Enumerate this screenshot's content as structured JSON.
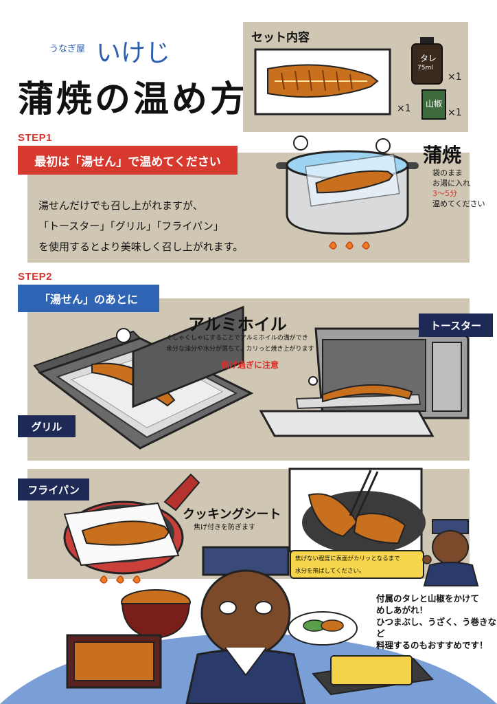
{
  "brand": {
    "small": "うなぎ屋",
    "name": "いけじ"
  },
  "title": "蒲焼の温め方",
  "set": {
    "heading": "セット内容",
    "eel_count": "×1",
    "sauce_label": "タレ",
    "sauce_volume": "75ml",
    "sauce_count": "×1",
    "sansho_label": "山椒",
    "sansho_count": "×1"
  },
  "step1": {
    "label": "STEP1",
    "banner": "最初は「湯せん」で温めてください",
    "text_line1": "湯せんだけでも召し上がれますが、",
    "text_line2": "「トースター」「グリル」「フライパン」",
    "text_line3": "を使用するとより美味しく召し上がれます。",
    "kabayaki_title": "蒲焼",
    "kabayaki_line1": "袋のまま",
    "kabayaki_line2": "お湯に入れ",
    "kabayaki_time": "3〜5分",
    "kabayaki_line3": "温めてください"
  },
  "step2": {
    "label": "STEP2",
    "banner": "「湯せん」のあとに",
    "foil_title": "アルミホイル",
    "foil_line1": "くしゃくしゃにすることでアルミホイルの溝ができ",
    "foil_line2": "余分な油分や水分が落ちて、カリっと焼き上がります",
    "foil_warning": "焦げ過ぎに注意",
    "toaster_label": "トースター",
    "grill_label": "グリル"
  },
  "pan": {
    "label": "フライパン",
    "sheet_title": "クッキングシート",
    "sheet_sub": "焦げ付きを防ぎます",
    "tip_line1": "焦げない程度に表面がカリッとなるまで",
    "tip_line2": "水分を飛ばしてください。"
  },
  "footer": {
    "line1": "付属のタレと山椒をかけて",
    "line2": "めしあがれ！",
    "line3": "ひつまぶし、うざく、う巻きなど",
    "line4": "料理するのもおすすめです！"
  },
  "colors": {
    "panel": "#cfc7b3",
    "red": "#d8392f",
    "blue": "#2f63b3",
    "navy": "#1e2a55",
    "eel": "#c8701e"
  }
}
